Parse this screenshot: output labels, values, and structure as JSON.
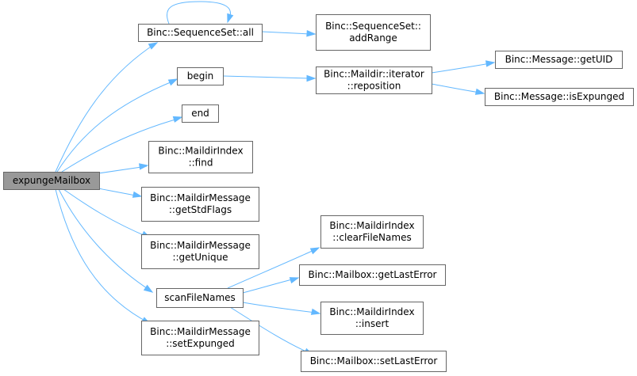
{
  "nodes": {
    "expungeMailbox": [
      "expungeMailbox"
    ],
    "seq_all": [
      "Binc::SequenceSet::all"
    ],
    "seq_addRange": [
      "Binc::SequenceSet::",
      "addRange"
    ],
    "begin": [
      "begin"
    ],
    "iter_reposition": [
      "Binc::Maildir::iterator",
      "::reposition"
    ],
    "msg_getUID": [
      "Binc::Message::getUID"
    ],
    "msg_isExpunged": [
      "Binc::Message::isExpunged"
    ],
    "end": [
      "end"
    ],
    "idx_find": [
      "Binc::MaildirIndex",
      "::find"
    ],
    "mm_getStdFlags": [
      "Binc::MaildirMessage",
      "::getStdFlags"
    ],
    "mm_getUnique": [
      "Binc::MaildirMessage",
      "::getUnique"
    ],
    "scanFileNames": [
      "scanFileNames"
    ],
    "mm_setExpunged": [
      "Binc::MaildirMessage",
      "::setExpunged"
    ],
    "idx_clearFileNames": [
      "Binc::MaildirIndex",
      "::clearFileNames"
    ],
    "mb_getLastError": [
      "Binc::Mailbox::getLastError"
    ],
    "idx_insert": [
      "Binc::MaildirIndex",
      "::insert"
    ],
    "mb_setLastError": [
      "Binc::Mailbox::setLastError"
    ]
  },
  "edges": [
    [
      "expungeMailbox",
      "seq_all"
    ],
    [
      "expungeMailbox",
      "begin"
    ],
    [
      "expungeMailbox",
      "end"
    ],
    [
      "expungeMailbox",
      "idx_find"
    ],
    [
      "expungeMailbox",
      "mm_getStdFlags"
    ],
    [
      "expungeMailbox",
      "mm_getUnique"
    ],
    [
      "expungeMailbox",
      "scanFileNames"
    ],
    [
      "expungeMailbox",
      "mm_setExpunged"
    ],
    [
      "seq_all",
      "seq_all"
    ],
    [
      "seq_all",
      "seq_addRange"
    ],
    [
      "begin",
      "iter_reposition"
    ],
    [
      "iter_reposition",
      "msg_getUID"
    ],
    [
      "iter_reposition",
      "msg_isExpunged"
    ],
    [
      "scanFileNames",
      "idx_clearFileNames"
    ],
    [
      "scanFileNames",
      "mb_getLastError"
    ],
    [
      "scanFileNames",
      "idx_insert"
    ],
    [
      "scanFileNames",
      "mb_setLastError"
    ]
  ]
}
